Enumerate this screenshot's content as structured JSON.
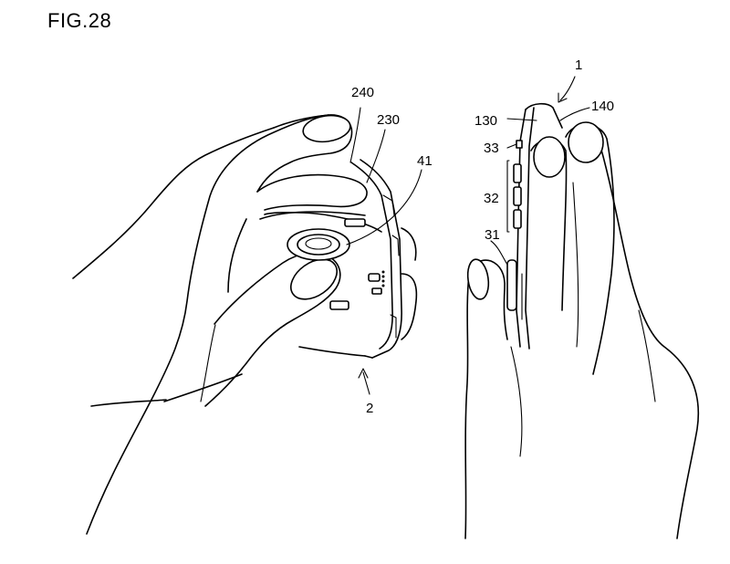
{
  "figure": {
    "title": "FIG.28"
  },
  "labels": {
    "l240": "240",
    "l230": "230",
    "l41": "41",
    "l2": "2",
    "l1": "1",
    "l130": "130",
    "l140": "140",
    "l33": "33",
    "l32": "32",
    "l31": "31"
  }
}
